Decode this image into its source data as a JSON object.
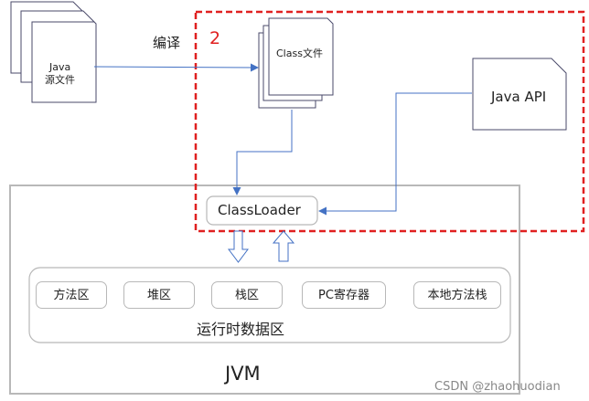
{
  "diagram": {
    "source_label": {
      "line1": "Java",
      "line2": "源文件"
    },
    "compile_label": "编译",
    "class_label": "Class文件",
    "java_api_label": "Java API",
    "highlight_number": "2",
    "classloader_label": "ClassLoader",
    "runtime_cells": [
      "方法区",
      "堆区",
      "栈区",
      "PC寄存器",
      "本地方法栈"
    ],
    "runtime_area_label": "运行时数据区",
    "jvm_label": "JVM",
    "watermark": "CSDN @zhaohuodian"
  },
  "colors": {
    "arrow": "#4472c4",
    "highlight": "#e02020",
    "box_border": "#b8b8b8",
    "doc_border": "#4a4a6a"
  }
}
